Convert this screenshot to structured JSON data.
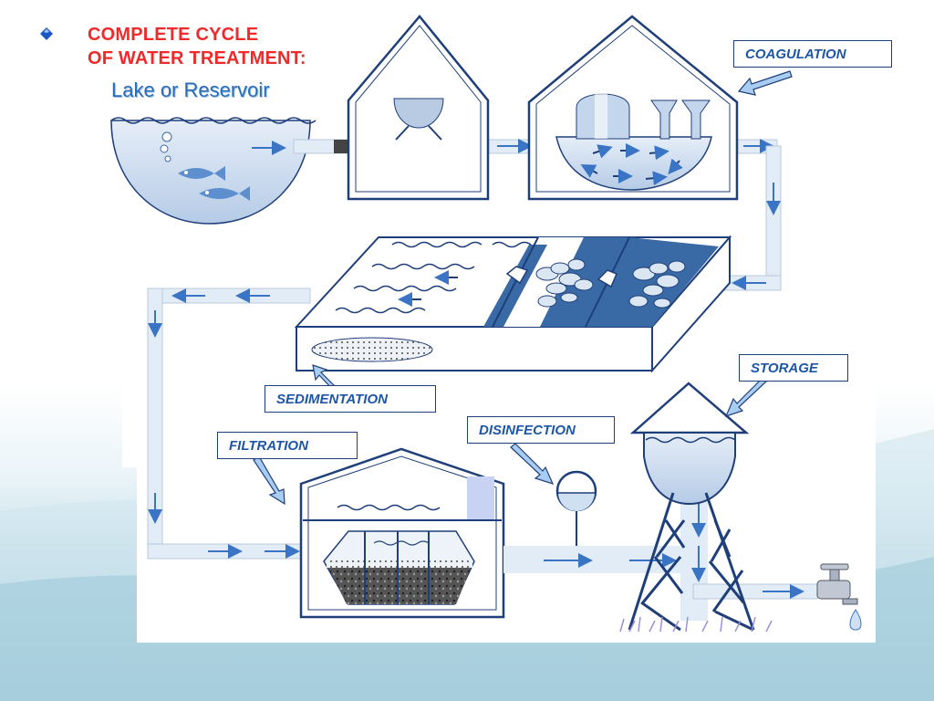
{
  "slide": {
    "title_line1": "COMPLETE  CYCLE",
    "title_line2": "OF WATER  TREATMENT:",
    "bullet_color": "#1a56c4",
    "title_color": "#ee2a2a"
  },
  "diagram": {
    "source_label": "Lake or Reservoir",
    "stages": {
      "coagulation": "COAGULATION",
      "sedimentation": "SEDIMENTATION",
      "filtration": "FILTRATION",
      "disinfection": "DISINFECTION",
      "storage": "STORAGE"
    },
    "colors": {
      "outline": "#1f3f7a",
      "water": "#cfe0f2",
      "pipe": "#e2ecf6",
      "arrow": "#3a74c4",
      "dark_fill": "#3a6aa6",
      "label_text": "#1d56a8"
    }
  }
}
